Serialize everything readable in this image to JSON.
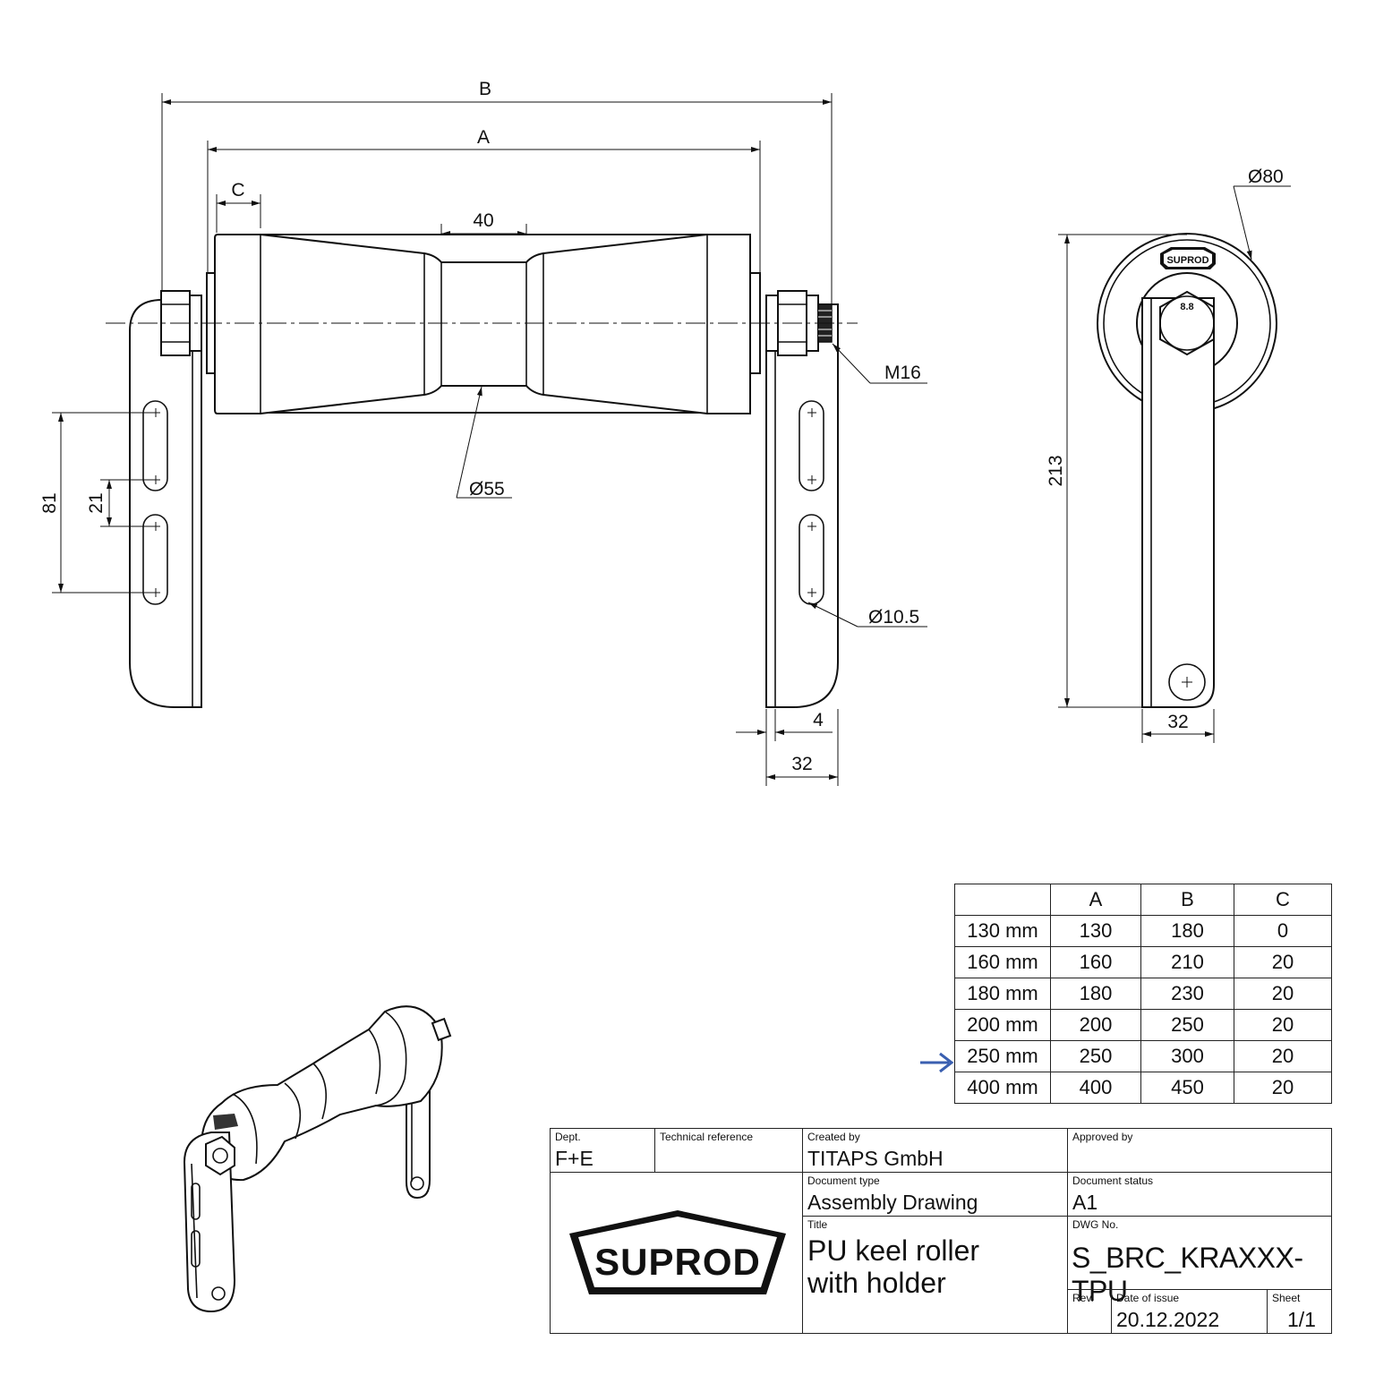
{
  "front_view": {
    "dim_b": "B",
    "dim_a": "A",
    "dim_c": "C",
    "dim_40": "40",
    "dim_m16": "M16",
    "dim_d55": "Ø55",
    "dim_81": "81",
    "dim_21": "21",
    "dim_d10_5": "Ø10.5",
    "dim_4": "4",
    "dim_32": "32"
  },
  "side_view": {
    "dim_d80": "Ø80",
    "dim_213": "213",
    "dim_32": "32",
    "logo_text": "SUPROD",
    "bolt_grade": "8.8"
  },
  "dimension_table": {
    "headers": [
      "",
      "A",
      "B",
      "C"
    ],
    "rows": [
      [
        "130 mm",
        "130",
        "180",
        "0"
      ],
      [
        "160 mm",
        "160",
        "210",
        "20"
      ],
      [
        "180 mm",
        "180",
        "230",
        "20"
      ],
      [
        "200 mm",
        "200",
        "250",
        "20"
      ],
      [
        "250 mm",
        "250",
        "300",
        "20"
      ],
      [
        "400 mm",
        "400",
        "450",
        "20"
      ]
    ],
    "highlighted_row": "250 mm",
    "arrow_color": "#3a5fb0"
  },
  "title_block": {
    "dept_label": "Dept.",
    "dept": "F+E",
    "techref_label": "Technical reference",
    "techref": "",
    "created_label": "Created by",
    "created": "TITAPS GmbH",
    "approved_label": "Approved by",
    "approved": "",
    "doctype_label": "Document type",
    "doctype": "Assembly Drawing",
    "status_label": "Document status",
    "status": "A1",
    "title_label": "Title",
    "title_line1": "PU keel roller",
    "title_line2": "with holder",
    "dwg_label": "DWG No.",
    "dwg": "S_BRC_KRAXXX-TPU",
    "rev_label": "Rev.",
    "rev": "",
    "date_label": "Date of issue",
    "date": "20.12.2022",
    "sheet_label": "Sheet",
    "sheet": "1/1",
    "logo": "SUPROD"
  }
}
